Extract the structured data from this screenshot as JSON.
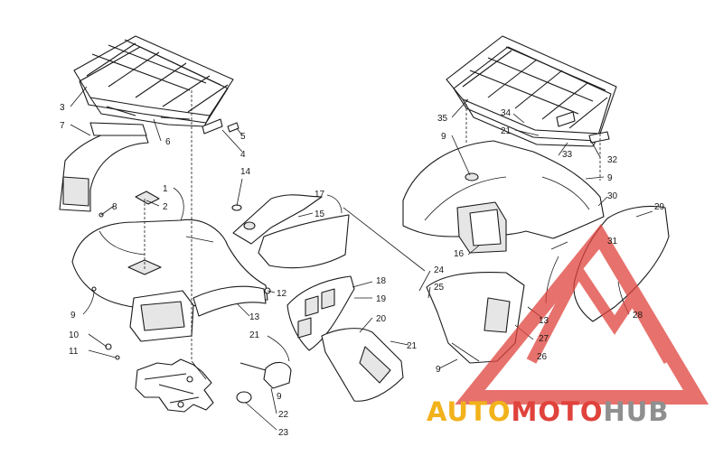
{
  "diagram": {
    "callouts": [
      {
        "id": "c1",
        "label": "1"
      },
      {
        "id": "c2",
        "label": "2"
      },
      {
        "id": "c3",
        "label": "3"
      },
      {
        "id": "c4",
        "label": "4"
      },
      {
        "id": "c5",
        "label": "5"
      },
      {
        "id": "c6",
        "label": "6"
      },
      {
        "id": "c7",
        "label": "7"
      },
      {
        "id": "c8",
        "label": "8"
      },
      {
        "id": "c9a",
        "label": "9"
      },
      {
        "id": "c9b",
        "label": "9"
      },
      {
        "id": "c9c",
        "label": "9"
      },
      {
        "id": "c9d",
        "label": "9"
      },
      {
        "id": "c9e",
        "label": "9"
      },
      {
        "id": "c10",
        "label": "10"
      },
      {
        "id": "c11",
        "label": "11"
      },
      {
        "id": "c12",
        "label": "12"
      },
      {
        "id": "c13a",
        "label": "13"
      },
      {
        "id": "c13b",
        "label": "13"
      },
      {
        "id": "c14",
        "label": "14"
      },
      {
        "id": "c15",
        "label": "15"
      },
      {
        "id": "c16",
        "label": "16"
      },
      {
        "id": "c17",
        "label": "17"
      },
      {
        "id": "c18",
        "label": "18"
      },
      {
        "id": "c19",
        "label": "19"
      },
      {
        "id": "c20",
        "label": "20"
      },
      {
        "id": "c21a",
        "label": "21"
      },
      {
        "id": "c21b",
        "label": "21"
      },
      {
        "id": "c21c",
        "label": "21"
      },
      {
        "id": "c22",
        "label": "22"
      },
      {
        "id": "c23",
        "label": "23"
      },
      {
        "id": "c24",
        "label": "24"
      },
      {
        "id": "c25",
        "label": "25"
      },
      {
        "id": "c26",
        "label": "26"
      },
      {
        "id": "c27",
        "label": "27"
      },
      {
        "id": "c28",
        "label": "28"
      },
      {
        "id": "c29",
        "label": "29"
      },
      {
        "id": "c30",
        "label": "30"
      },
      {
        "id": "c31",
        "label": "31"
      },
      {
        "id": "c32",
        "label": "32"
      },
      {
        "id": "c33",
        "label": "33"
      },
      {
        "id": "c34",
        "label": "34"
      },
      {
        "id": "c35",
        "label": "35"
      }
    ]
  },
  "watermark": {
    "part1": "AUTO",
    "part2": "MOTO",
    "part3": "HUB",
    "colors": {
      "orange": "#f2b21b",
      "red": "#e0423c",
      "gray": "#8f8f8f"
    }
  }
}
